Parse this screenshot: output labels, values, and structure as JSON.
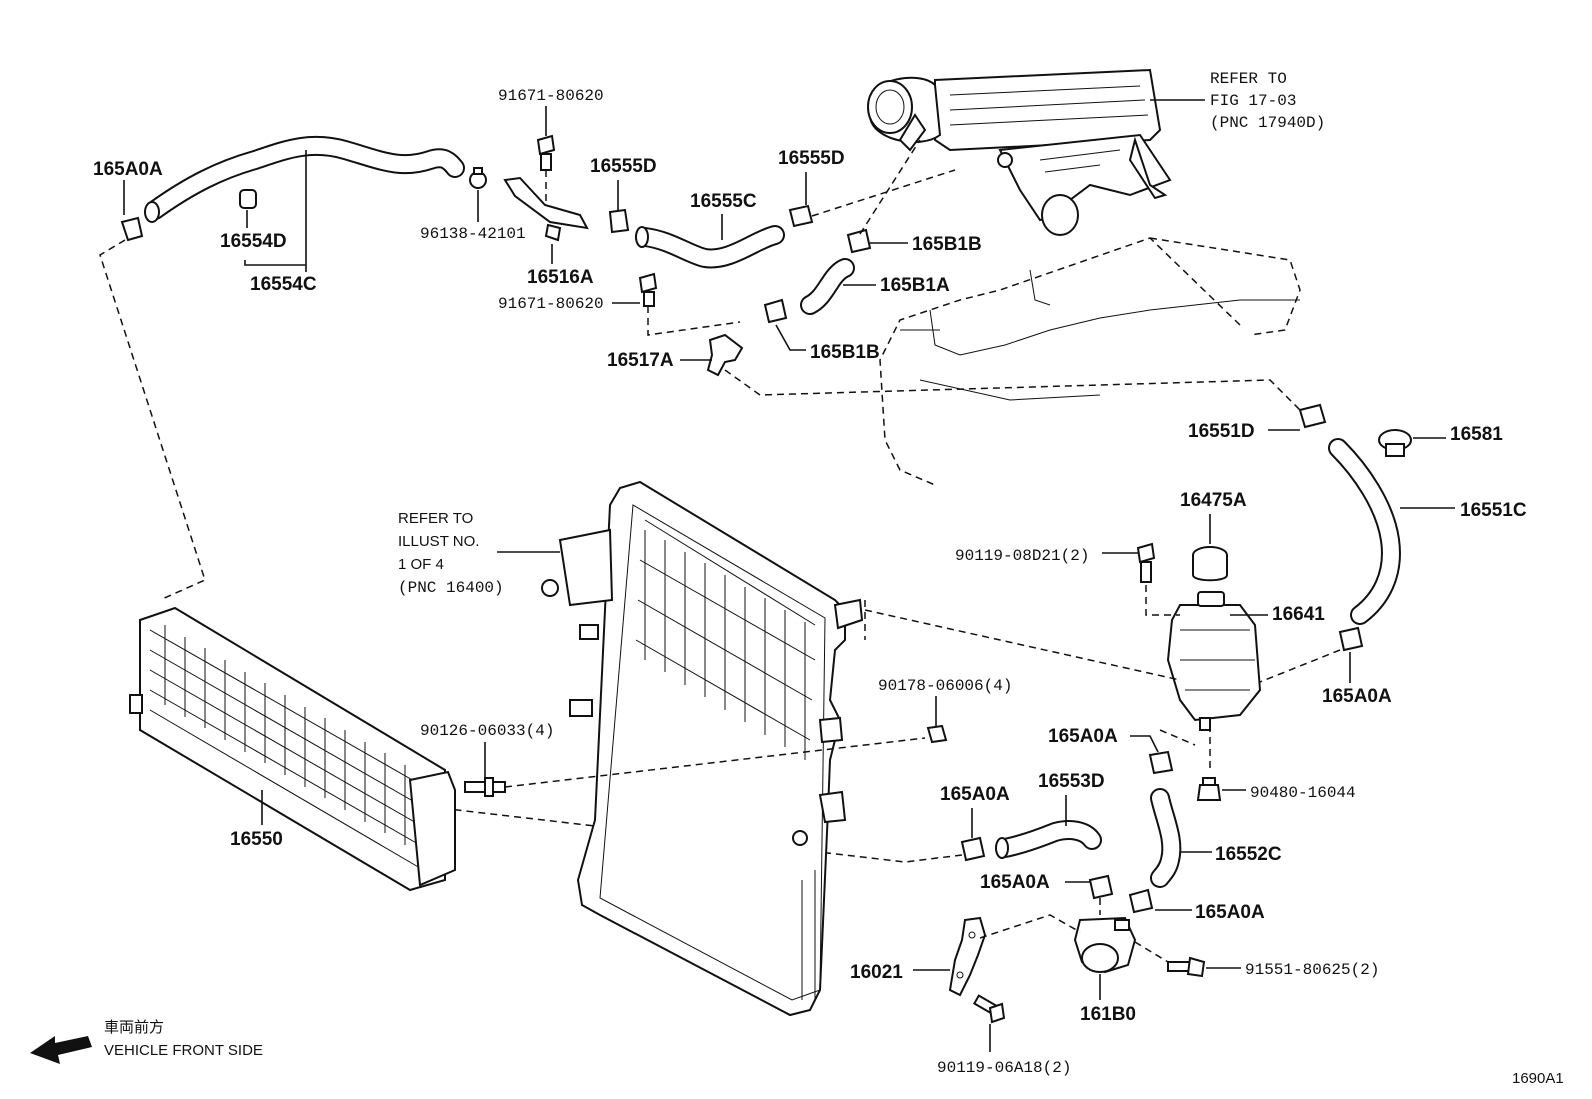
{
  "labels": {
    "p165A0A_tl": "165A0A",
    "p16554D": "16554D",
    "p16554C": "16554C",
    "p91671_top": "91671-80620",
    "p96138": "96138-42101",
    "p16516A": "16516A",
    "p91671_mid": "91671-80620",
    "p16555D_left": "16555D",
    "p16555C": "16555C",
    "p16555D_right": "16555D",
    "p165B1B_top": "165B1B",
    "p165B1A": "165B1A",
    "p165B1B_bot": "165B1B",
    "p16517A": "16517A",
    "p16551D": "16551D",
    "p16581": "16581",
    "p16551C": "16551C",
    "p16475A": "16475A",
    "p90119_08D21": "90119-08D21(2)",
    "p16641": "16641",
    "p165A0A_r": "165A0A",
    "p90178": "90178-06006(4)",
    "p90126": "90126-06033(4)",
    "p16550": "16550",
    "p165A0A_m1": "165A0A",
    "p16553D": "16553D",
    "p165A0A_m2": "165A0A",
    "p90480": "90480-16044",
    "p16552C": "16552C",
    "p165A0A_m3": "165A0A",
    "p165A0A_m4": "165A0A",
    "p16021": "16021",
    "p161B0": "161B0",
    "p91551": "91551-80625(2)",
    "p90119_06A18": "90119-06A18(2)"
  },
  "notes": {
    "refer_fig_line1": "REFER TO",
    "refer_fig_line2": "FIG 17-03",
    "refer_fig_line3": "(PNC 17940D)",
    "refer_illust_line1": "REFER TO",
    "refer_illust_line2": "ILLUST NO.",
    "refer_illust_line3": "1 OF 4",
    "refer_illust_line4": "(PNC 16400)"
  },
  "legend": {
    "front_jp": "車両前方",
    "front_en": "VEHICLE FRONT SIDE"
  },
  "figure_id": "1690A1",
  "icons": {
    "front_arrow": "arrow-left-icon"
  }
}
